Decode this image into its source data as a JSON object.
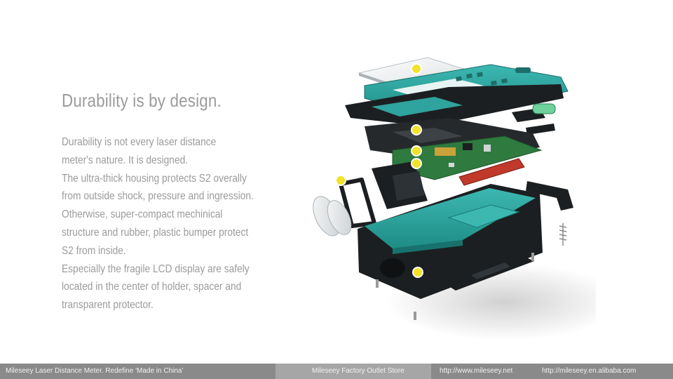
{
  "slide": {
    "title": "Durability is by design.",
    "paragraphs": [
      "Durability is not every laser distance",
      "meter's nature. It is designed.",
      "The ultra-thick housing protects S2 overally",
      "from outside shock, pressure and ingression.",
      "Otherwise, super-compact mechinical",
      "structure and rubber, plastic bumper protect",
      "S2 from inside.",
      "Especially the fragile LCD display are safely",
      "located in the center of holder, spacer and",
      "transparent protector."
    ]
  },
  "illustration": {
    "subject": "exploded-view-laser-distance-meter",
    "colors": {
      "teal": "#2fa39d",
      "dark": "#1c1f21",
      "pcb": "#2f7a3f",
      "marker": "#f2e22a"
    }
  },
  "footer": {
    "left": "Mileseey Laser Distance Meter. Redefine 'Made in China'",
    "store": "Mileseey Factory Outlet Store",
    "url1": "http://www.mileseey.net",
    "url2": "http://mileseey.en.alibaba.com"
  }
}
